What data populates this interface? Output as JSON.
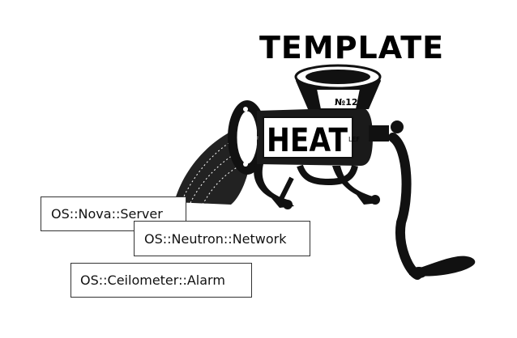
{
  "title": "TEMPLATE",
  "grinder": {
    "label": "HEAT",
    "plate": "№12",
    "left_tag": "LEF",
    "right_tag": "LEF"
  },
  "resources": [
    "OS::Nova::Server",
    "OS::Neutron::Network",
    "OS::Ceilometer::Alarm"
  ],
  "colors": {
    "ink": "#000000",
    "paper": "#ffffff",
    "box_border": "#333333"
  }
}
